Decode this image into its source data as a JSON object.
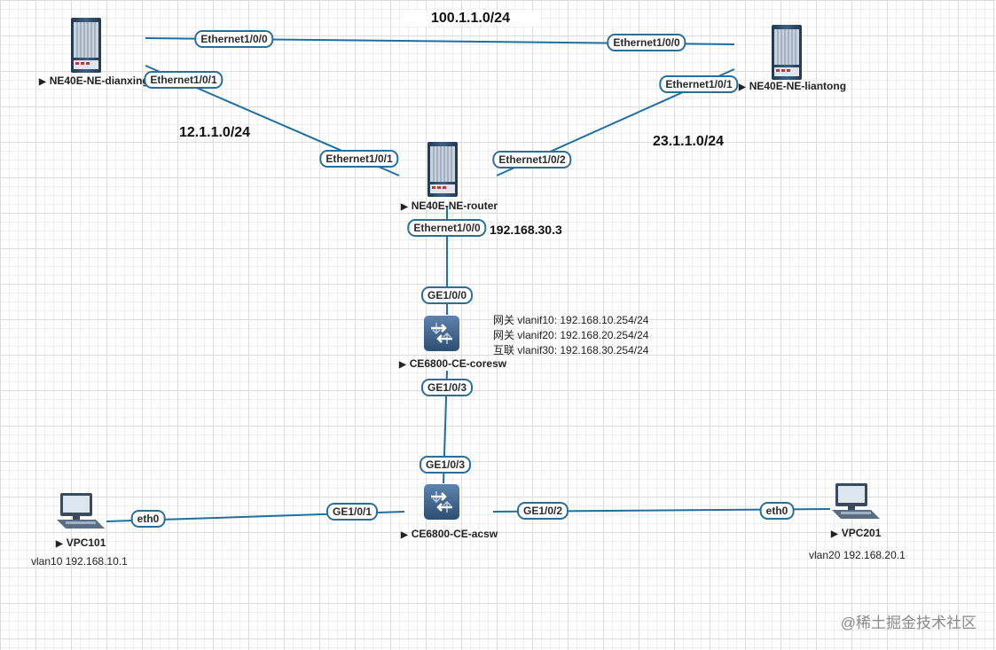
{
  "subnets": {
    "top": "100.1.1.0/24",
    "left": "12.1.1.0/24",
    "right": "23.1.1.0/24"
  },
  "devices": {
    "dianxing": {
      "label": "NE40E-NE-dianxing",
      "icon": "router-chassis-icon"
    },
    "liantong": {
      "label": "NE40E-NE-liantong",
      "icon": "router-chassis-icon"
    },
    "router": {
      "label": "NE40E-NE-router",
      "icon": "router-chassis-icon"
    },
    "coresw": {
      "label": "CE6800-CE-coresw",
      "icon": "switch-icon"
    },
    "acsw": {
      "label": "CE6800-CE-acsw",
      "icon": "switch-icon"
    },
    "vpc101": {
      "label": "VPC101",
      "icon": "pc-icon"
    },
    "vpc201": {
      "label": "VPC201",
      "icon": "pc-icon"
    }
  },
  "ports": {
    "dianxing_top": "Ethernet1/0/0",
    "liantong_top": "Ethernet1/0/0",
    "dianxing_left": "Ethernet1/0/1",
    "router_left": "Ethernet1/0/1",
    "liantong_right": "Ethernet1/0/1",
    "router_right": "Ethernet1/0/2",
    "router_down": "Ethernet1/0/0",
    "coresw_up": "GE1/0/0",
    "coresw_down": "GE1/0/3",
    "acsw_up": "GE1/0/3",
    "acsw_left": "GE1/0/1",
    "acsw_right": "GE1/0/2",
    "vpc101_eth": "eth0",
    "vpc201_eth": "eth0"
  },
  "router_ip": "192.168.30.3",
  "coresw_notes": [
    "网关 vlanif10: 192.168.10.254/24",
    "网关 vlanif20: 192.168.20.254/24",
    "互联 vlanif30: 192.168.30.254/24"
  ],
  "vpc101_info": "vlan10 192.168.10.1",
  "vpc201_info": "vlan20 192.168.20.1",
  "watermark": "@稀土掘金技术社区",
  "colors": {
    "link": "#1f6f9f",
    "port_border": "#2b6f99",
    "router_body": "#2f4a6b",
    "switch_body": "#3a5f86"
  }
}
